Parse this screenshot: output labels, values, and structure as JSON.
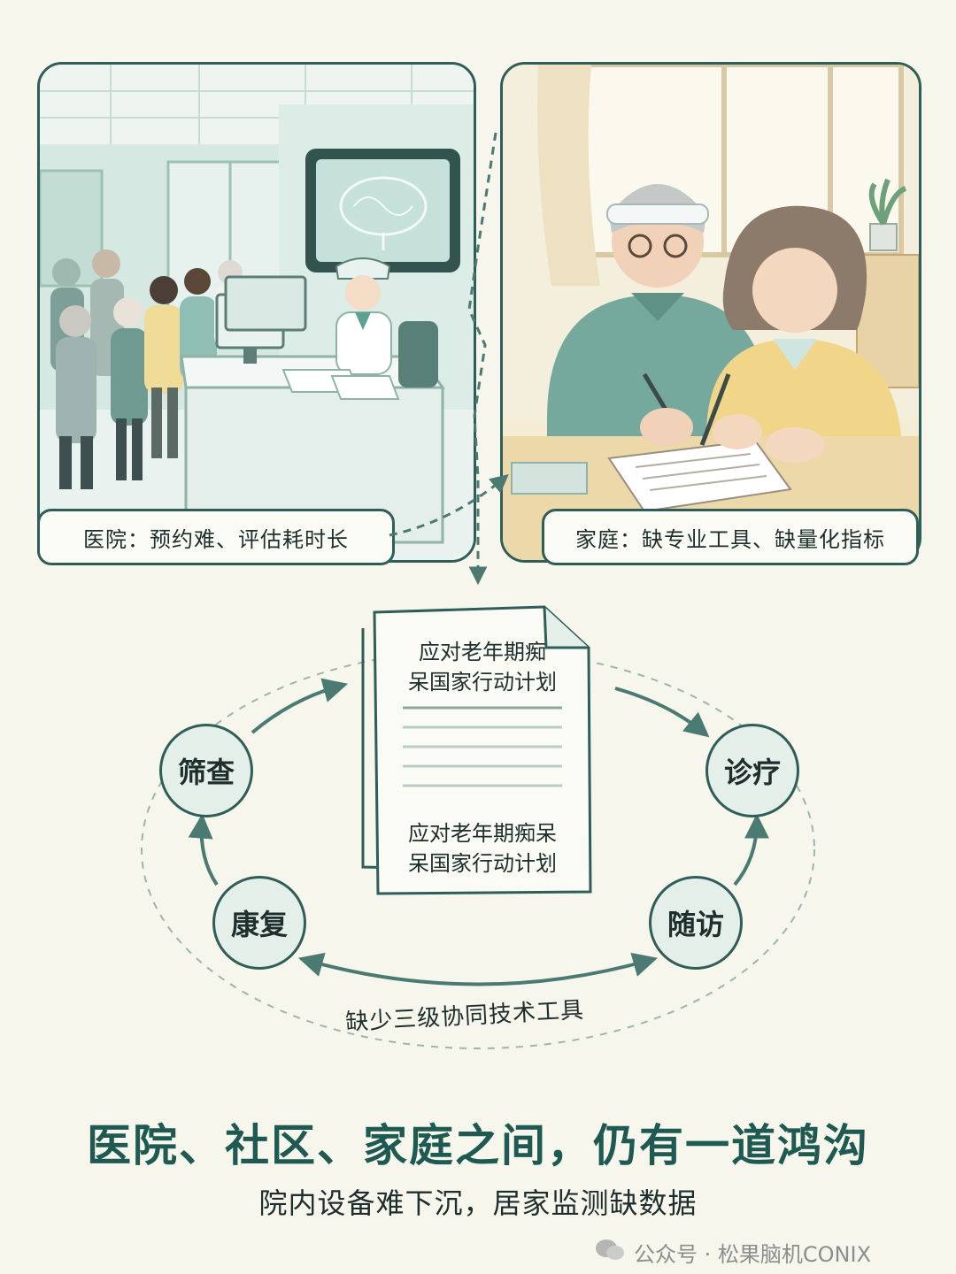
{
  "panels": {
    "hospital_caption": "医院：预约难、评估耗时长",
    "home_caption": "家庭：缺专业工具、缺量化指标"
  },
  "document": {
    "text_top": [
      "应对老年期痴",
      "呆国家行动计划"
    ],
    "text_bottom": [
      "应对老年期痴呆",
      "呆国家行动计划"
    ]
  },
  "cycle": {
    "screening": "筛查",
    "treatment": "诊疗",
    "followup": "随访",
    "rehab": "康复",
    "gap_label": "缺少三级协同技术工具"
  },
  "headline": "医院、社区、家庭之间，仍有一道鸿沟",
  "subline": "院内设备难下沉，居家监测缺数据",
  "watermark": "公众号 · 松果脑机CONIX"
}
